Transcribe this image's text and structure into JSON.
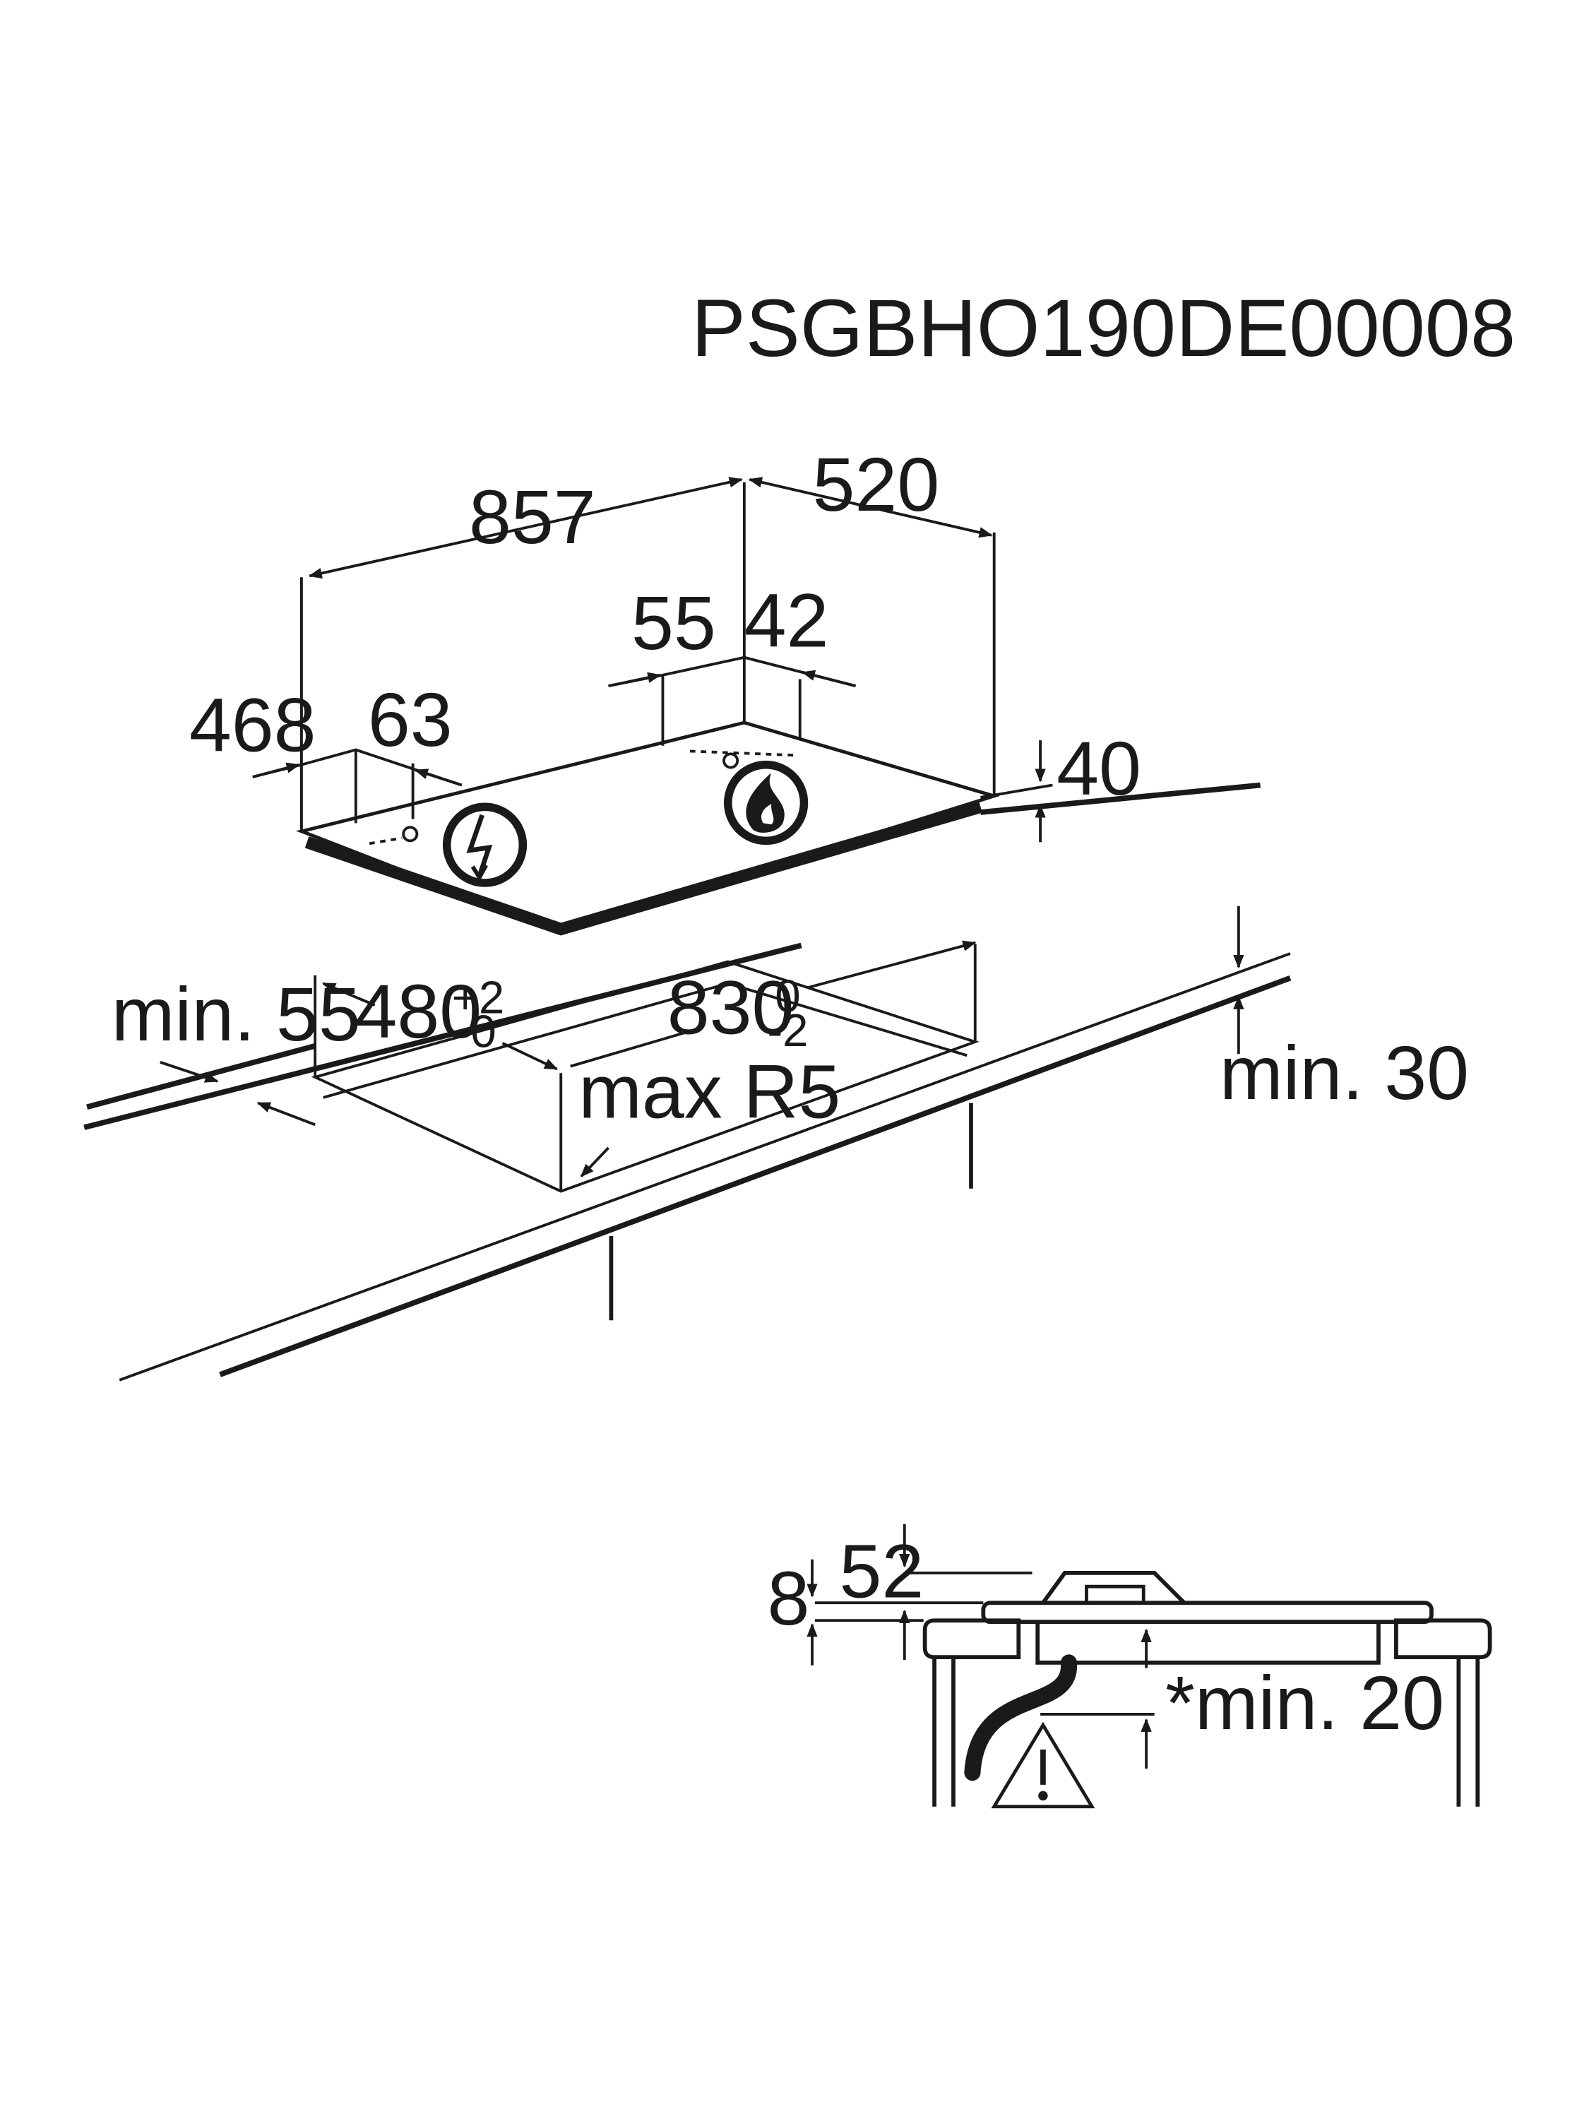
{
  "model_code": "PSGBHO190DE00008",
  "colors": {
    "ink": "#1a1a1a",
    "background": "#ffffff"
  },
  "hob_dimensions": {
    "width": "857",
    "depth": "520",
    "thickness": "40",
    "left_offset_front": "468",
    "left_offset_side": "63",
    "rear_offset_x": "55",
    "rear_offset_y": "42"
  },
  "cutout": {
    "depth": "480",
    "depth_tol_upper": "+2",
    "depth_tol_lower": "0",
    "width": "830",
    "width_tol_upper": "0",
    "width_tol_lower": "-2",
    "corner_radius": "max R5",
    "front_min": "min. 55",
    "worktop_min": "min. 30"
  },
  "section": {
    "height_above": "52",
    "frame": "8",
    "clearance_below": "*min. 20"
  },
  "icons": [
    "electric-connection-icon",
    "gas-connection-icon",
    "warning-triangle-icon"
  ]
}
